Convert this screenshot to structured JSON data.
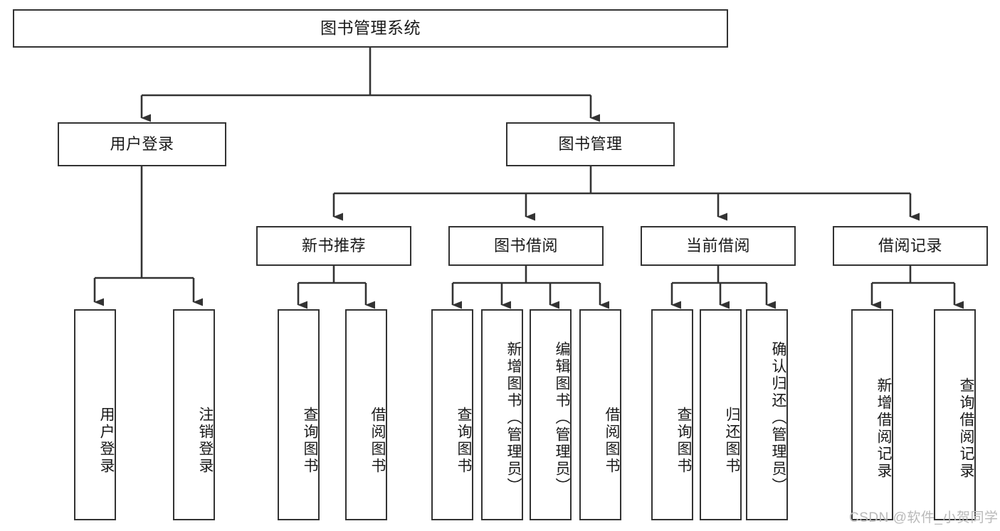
{
  "diagram": {
    "title": "图书管理系统",
    "type": "tree-hierarchy",
    "levels": [
      {
        "level": 0,
        "nodes": [
          {
            "id": "root",
            "label": "图书管理系统",
            "orientation": "horizontal"
          }
        ]
      },
      {
        "level": 1,
        "nodes": [
          {
            "id": "user-login",
            "label": "用户登录",
            "orientation": "horizontal"
          },
          {
            "id": "book-management",
            "label": "图书管理",
            "orientation": "horizontal"
          }
        ]
      },
      {
        "level": 2,
        "nodes": [
          {
            "id": "new-book-recommend",
            "label": "新书推荐",
            "orientation": "horizontal"
          },
          {
            "id": "book-borrow",
            "label": "图书借阅",
            "orientation": "horizontal"
          },
          {
            "id": "current-borrow",
            "label": "当前借阅",
            "orientation": "horizontal"
          },
          {
            "id": "borrow-record",
            "label": "借阅记录",
            "orientation": "horizontal"
          }
        ]
      },
      {
        "level": 3,
        "nodes": [
          {
            "id": "leaf-user-login",
            "label": "用户登录",
            "orientation": "vertical",
            "parent": "user-login"
          },
          {
            "id": "leaf-logout-login",
            "label": "注销登录",
            "orientation": "vertical",
            "parent": "user-login"
          },
          {
            "id": "leaf-query-book-1",
            "label": "查询图书",
            "orientation": "vertical",
            "parent": "new-book-recommend"
          },
          {
            "id": "leaf-borrow-book-1",
            "label": "借阅图书",
            "orientation": "vertical",
            "parent": "new-book-recommend"
          },
          {
            "id": "leaf-query-book-2",
            "label": "查询图书",
            "orientation": "vertical",
            "parent": "book-borrow"
          },
          {
            "id": "leaf-add-book",
            "label": "新增图书（管理员）",
            "orientation": "vertical",
            "parent": "book-borrow"
          },
          {
            "id": "leaf-edit-book",
            "label": "编辑图书（管理员）",
            "orientation": "vertical",
            "parent": "book-borrow"
          },
          {
            "id": "leaf-borrow-book-2",
            "label": "借阅图书",
            "orientation": "vertical",
            "parent": "book-borrow"
          },
          {
            "id": "leaf-query-book-3",
            "label": "查询图书",
            "orientation": "vertical",
            "parent": "current-borrow"
          },
          {
            "id": "leaf-return-book",
            "label": "归还图书",
            "orientation": "vertical",
            "parent": "current-borrow"
          },
          {
            "id": "leaf-confirm-return",
            "label": "确认归还（管理员）",
            "orientation": "vertical",
            "parent": "current-borrow"
          },
          {
            "id": "leaf-add-borrow-record",
            "label": "新增借阅记录",
            "orientation": "vertical",
            "parent": "borrow-record"
          },
          {
            "id": "leaf-query-borrow-record",
            "label": "查询借阅记录",
            "orientation": "vertical",
            "parent": "borrow-record"
          }
        ]
      }
    ]
  },
  "watermark": {
    "text": "CSDN @软件_小贺同学"
  },
  "colors": {
    "border": "#333333",
    "text": "#1a1a1a",
    "background": "#ffffff",
    "watermark": "#b9b9b9"
  }
}
